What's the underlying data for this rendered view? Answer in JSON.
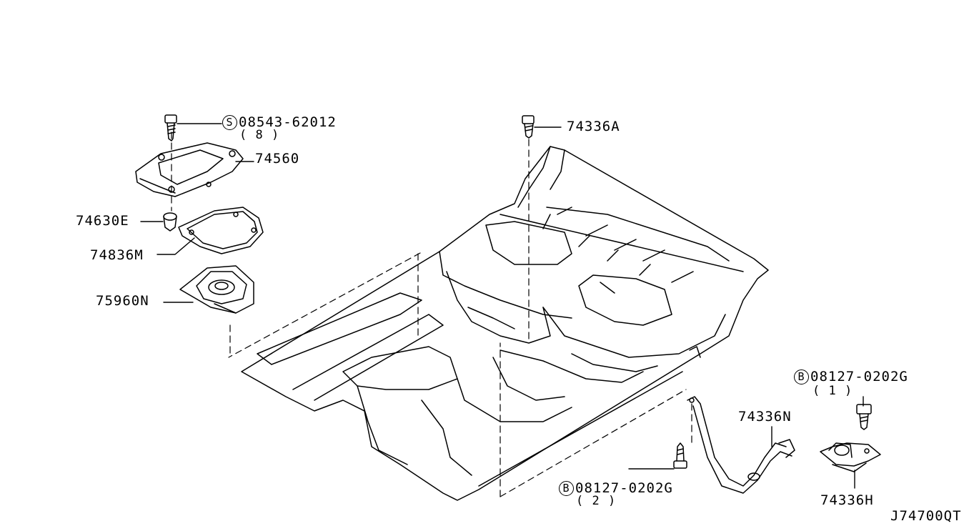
{
  "parts": {
    "screw_s": {
      "symbol": "S",
      "number": "08543-62012",
      "qty": "( 8 )"
    },
    "p74560": "74560",
    "p74630E": "74630E",
    "p74836M": "74836M",
    "p75960N": "75960N",
    "p74336A": "74336A",
    "p74336N": "74336N",
    "p74336H": "74336H",
    "bolt_b1": {
      "symbol": "B",
      "number": "08127-0202G",
      "qty": "( 1 )"
    },
    "bolt_b2": {
      "symbol": "B",
      "number": "08127-0202G",
      "qty": "( 2 )"
    }
  },
  "diagram_code": "J74700QT"
}
